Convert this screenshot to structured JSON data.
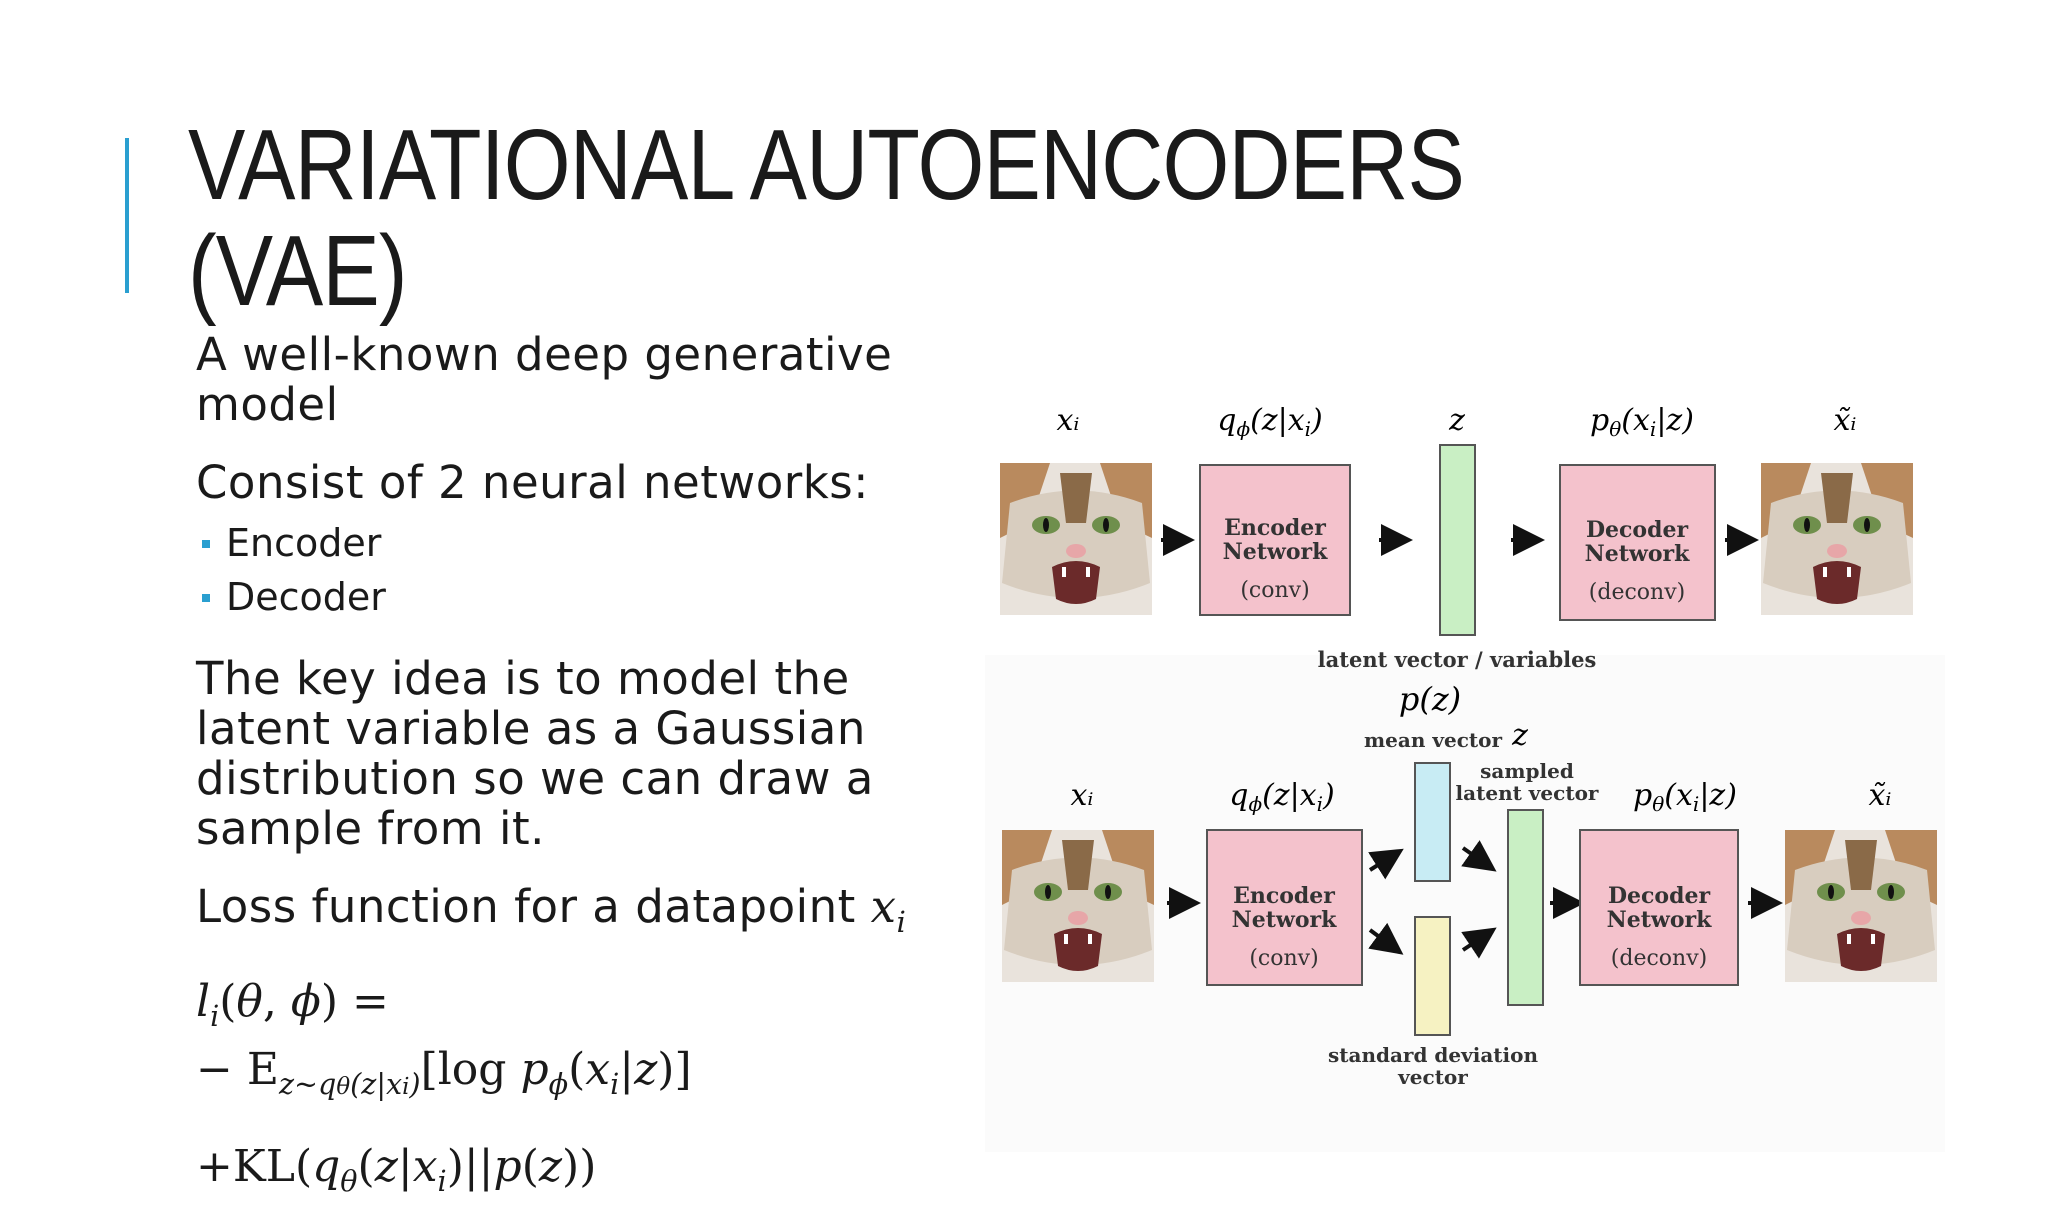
{
  "slide": {
    "title": "VARIATIONAL AUTOENCODERS (VAE)",
    "accent_color": "#2a9fd0"
  },
  "content": {
    "intro": "A well-known deep generative model",
    "networks_heading": "Consist of 2 neural networks:",
    "bullets": [
      "Encoder",
      "Decoder"
    ],
    "key_idea": "The key idea is to model the latent variable as a Gaussian distribution so we can draw a sample from it.",
    "loss_heading": "Loss function for a datapoint",
    "loss_var": "x",
    "loss_var_sub": "i",
    "formula_line1": "l_i(θ,ϕ) =",
    "formula_line2": "− E_{z~q_θ(z|x_i)}[log p_ϕ(x_i|z)]",
    "formula_line3": "+KL(q_θ(z|x_i)||p(z))"
  },
  "diagram": {
    "top": {
      "input_label": "x_i",
      "encoder_dist": "q_ϕ(z|x_i)",
      "latent_label": "z",
      "decoder_dist": "p_θ(x_i|z)",
      "output_label": "x̃_i",
      "encoder_box": [
        "Encoder",
        "Network",
        "(conv)"
      ],
      "decoder_box": [
        "Decoder",
        "Network",
        "(deconv)"
      ],
      "latent_caption": "latent vector / variables",
      "prior": "p(z)"
    },
    "bottom": {
      "input_label": "x_i",
      "encoder_dist": "q_ϕ(z|x_i)",
      "decoder_dist": "p_θ(x_i|z)",
      "output_label": "x̃_i",
      "mean_caption": "mean vector",
      "z_label": "z",
      "sampled_caption": [
        "sampled",
        "latent vector"
      ],
      "std_caption": [
        "standard deviation",
        "vector"
      ],
      "encoder_box": [
        "Encoder",
        "Network",
        "(conv)"
      ],
      "decoder_box": [
        "Decoder",
        "Network",
        "(deconv)"
      ]
    },
    "colors": {
      "network_box": "#f4c2cc",
      "latent": "#c9efc4",
      "mean": "#c8ecf4",
      "std": "#f6f2c2"
    }
  }
}
